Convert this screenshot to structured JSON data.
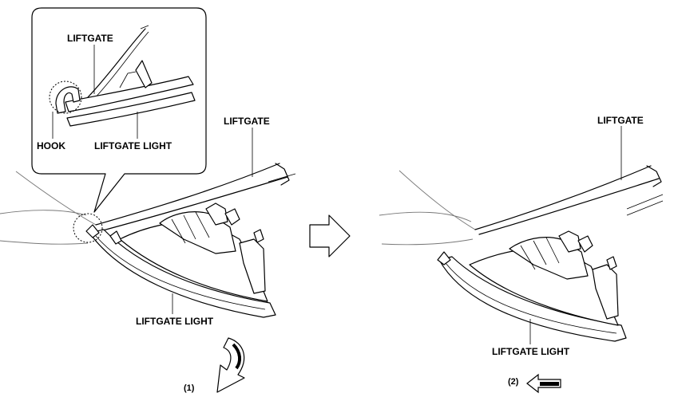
{
  "labels": {
    "inset_liftgate": "LIFTGATE",
    "inset_hook": "HOOK",
    "inset_liftgate_light": "LIFTGATE LIGHT",
    "left_liftgate": "LIFTGATE",
    "left_liftgate_light": "LIFTGATE LIGHT",
    "right_liftgate": "LIFTGATE",
    "right_liftgate_light": "LIFTGATE LIGHT",
    "step_1": "(1)",
    "step_2": "(2)"
  },
  "icons": {
    "step_arrow": "hollow-right-arrow-icon",
    "rotate_arrow": "curved-down-arrow-icon",
    "pull_arrow": "left-arrow-icon"
  }
}
